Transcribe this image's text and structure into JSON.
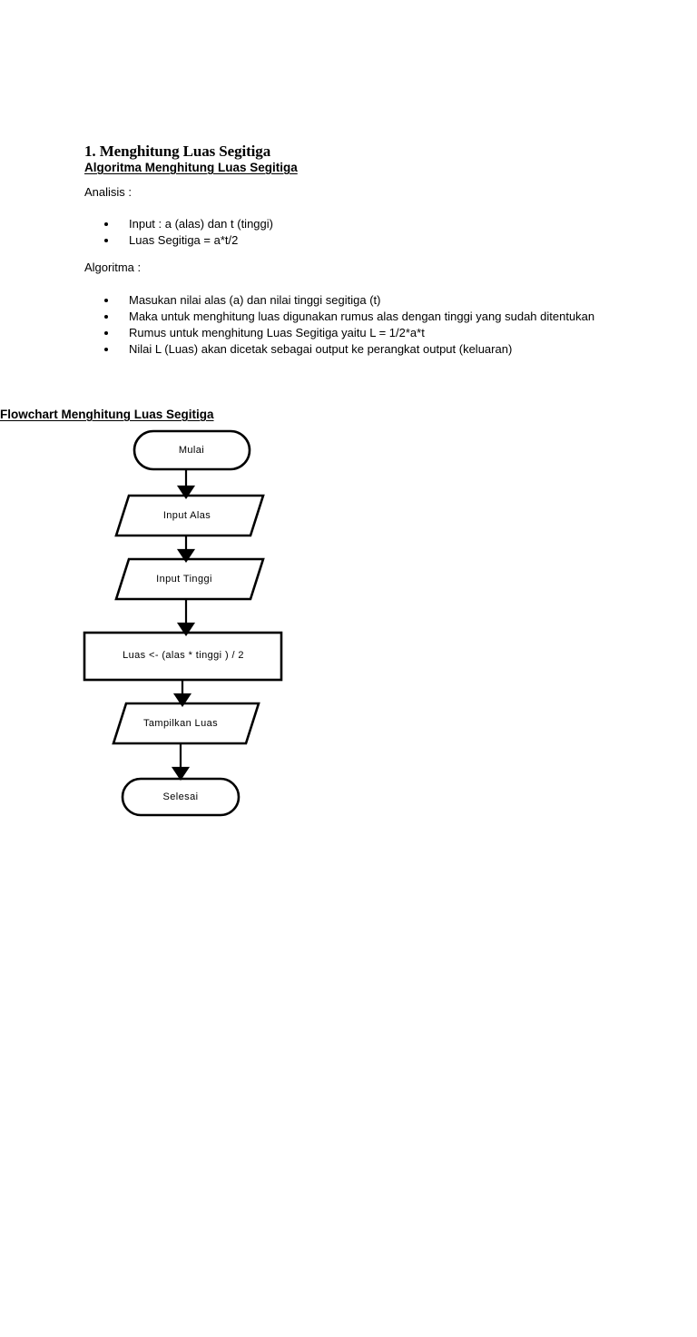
{
  "document": {
    "title": "1. Menghitung Luas Segitiga",
    "sections": {
      "algorithm_heading": "Algoritma Menghitung Luas Segitiga",
      "analysis_label": "Analisis :",
      "analysis_items": [
        "Input : a (alas) dan t (tinggi)",
        "Luas Segitiga = a*t/2"
      ],
      "algorithm_label": "Algoritma :",
      "algorithm_items": [
        "Masukan nilai alas (a) dan nilai tinggi segitiga (t)",
        "Maka untuk menghitung luas digunakan rumus alas dengan tinggi yang sudah ditentukan",
        "Rumus untuk menghitung Luas Segitiga yaitu L = 1/2*a*t",
        "Nilai L (Luas) akan dicetak sebagai output ke perangkat output (keluaran)"
      ],
      "flowchart_heading": "Flowchart Menghitung Luas Segitiga"
    }
  },
  "flowchart": {
    "nodes": [
      {
        "id": "start",
        "shape": "terminator",
        "label": "Mulai"
      },
      {
        "id": "input_a",
        "shape": "parallelogram",
        "label": "Input Alas"
      },
      {
        "id": "input_t",
        "shape": "parallelogram",
        "label": "Input Tinggi"
      },
      {
        "id": "process",
        "shape": "rectangle",
        "label": "Luas <- (alas * tinggi ) / 2"
      },
      {
        "id": "output",
        "shape": "parallelogram",
        "label": "Tampilkan Luas"
      },
      {
        "id": "end",
        "shape": "terminator",
        "label": "Selesai"
      }
    ],
    "edges": [
      {
        "from": "start",
        "to": "input_a"
      },
      {
        "from": "input_a",
        "to": "input_t"
      },
      {
        "from": "input_t",
        "to": "process"
      },
      {
        "from": "process",
        "to": "output"
      },
      {
        "from": "output",
        "to": "end"
      }
    ],
    "colors": {
      "stroke": "#000000",
      "fill": "#ffffff"
    }
  }
}
